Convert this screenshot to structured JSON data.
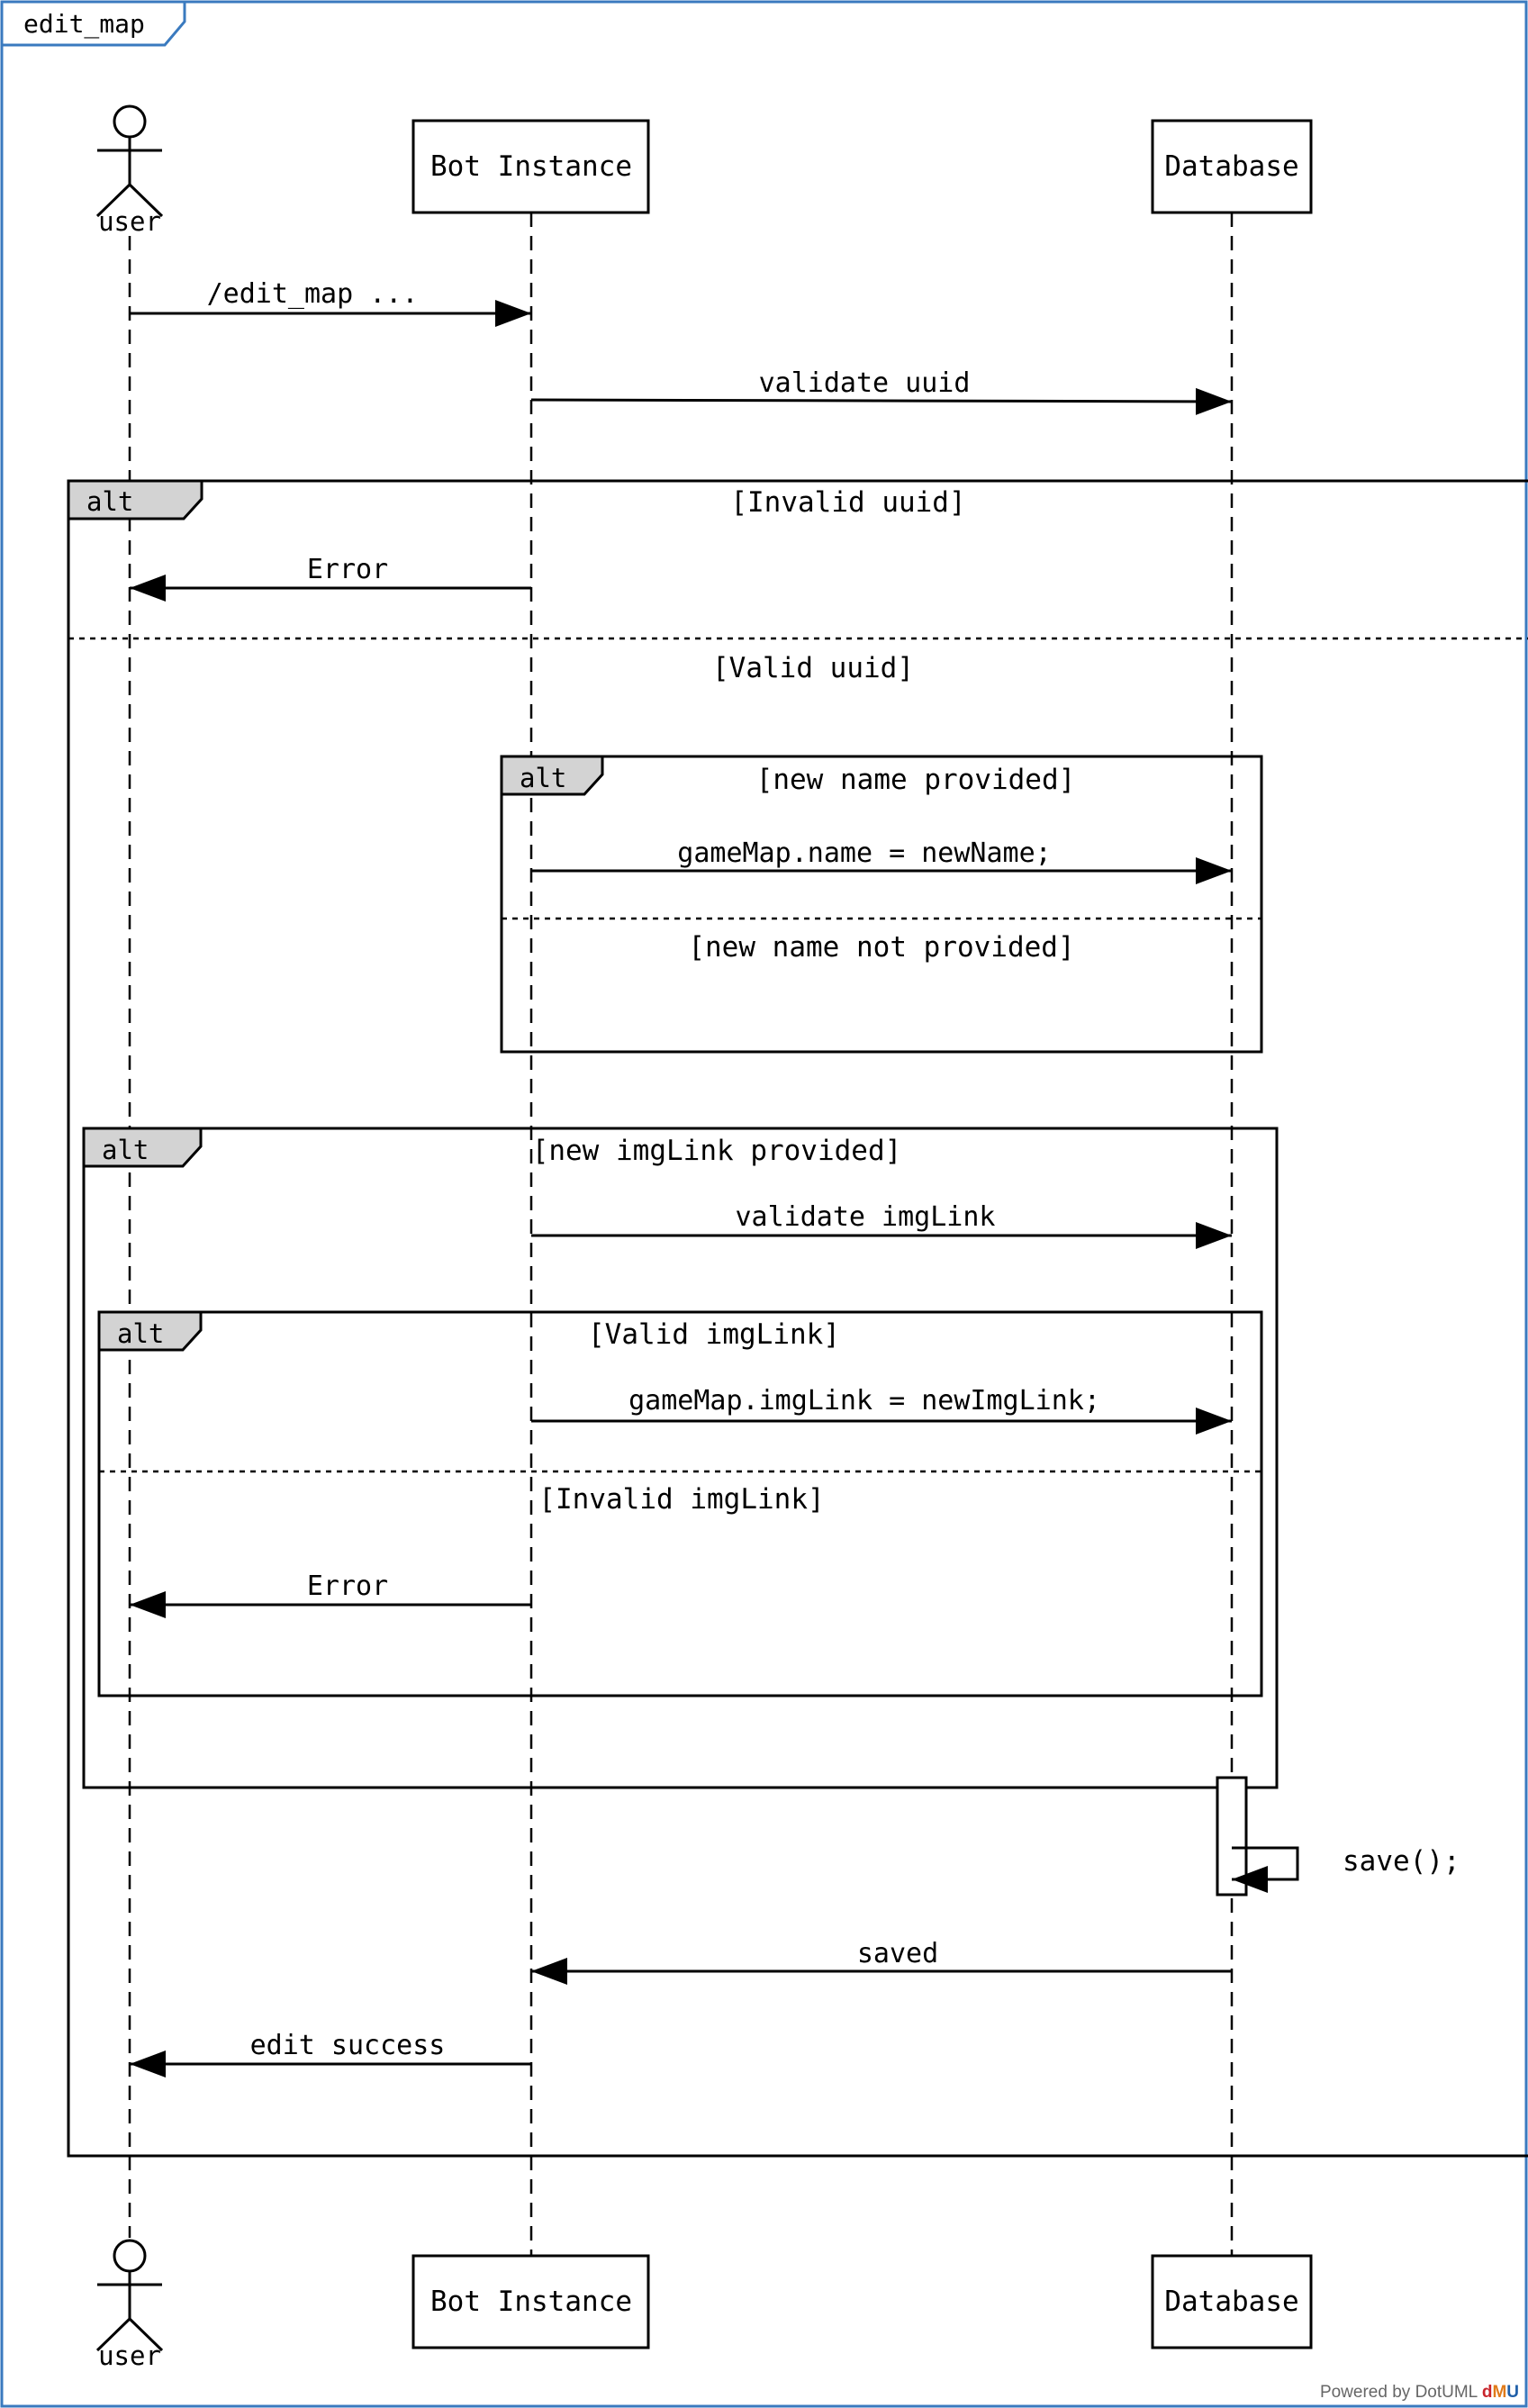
{
  "diagram": {
    "frame_label": "edit_map",
    "participants": {
      "user": "user",
      "bot": "Bot Instance",
      "db": "Database"
    },
    "messages": {
      "edit_map": "/edit_map ...",
      "validate_uuid": "validate uuid",
      "error_uuid": "Error",
      "set_name": "gameMap.name = newName;",
      "validate_imglink": "validate imgLink",
      "set_imglink": "gameMap.imgLink = newImgLink;",
      "error_imglink": "Error",
      "save": "save();",
      "saved": "saved",
      "edit_success": "edit success"
    },
    "fragments": {
      "alt_keyword": "alt",
      "uuid_invalid_guard": "[Invalid uuid]",
      "uuid_valid_guard": "[Valid uuid]",
      "name_provided_guard": "[new name provided]",
      "name_not_provided_guard": "[new name not provided]",
      "imglink_provided_guard": "[new imgLink provided]",
      "imglink_valid_guard": "[Valid imgLink]",
      "imglink_invalid_guard": "[Invalid imgLink]"
    }
  },
  "footer": {
    "prefix": "Powered by ",
    "brand": "DotUML"
  }
}
